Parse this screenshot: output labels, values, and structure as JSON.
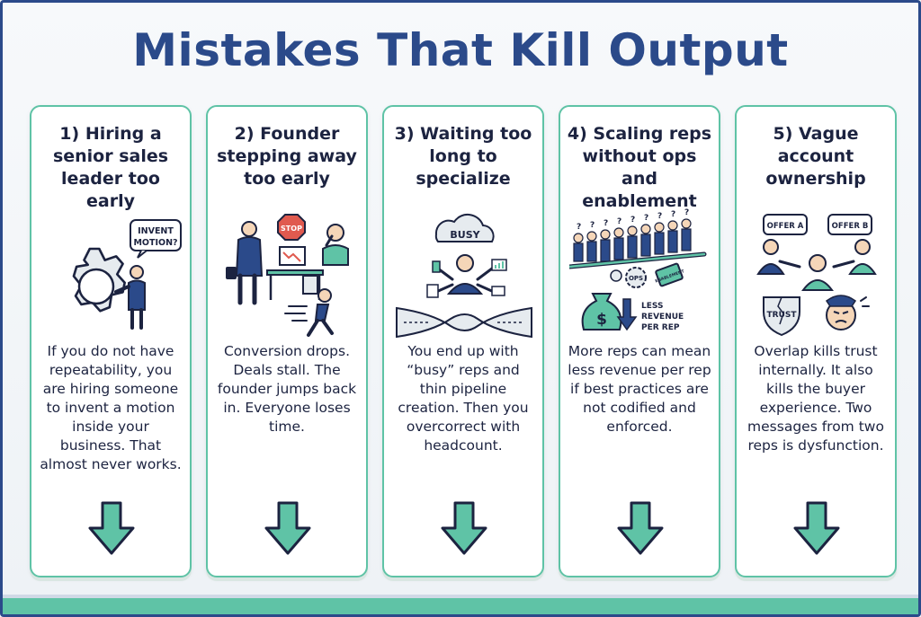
{
  "title": "Mistakes That Kill Output",
  "colors": {
    "navy": "#2b4a8a",
    "teal": "#5fc3a6",
    "text": "#1c2340"
  },
  "cards": [
    {
      "title": "1) Hiring a senior sales leader too early",
      "body": "If you do not have repeatability, you are hiring someone to invent a motion inside your business. That almost never works.",
      "illustration": {
        "icons": [
          "gear-icon",
          "person-icon",
          "speech-bubble-icon"
        ],
        "bubble_text": "INVENT MOTION?"
      }
    },
    {
      "title": "2) Founder stepping away too early",
      "body": "Conversion drops. Deals stall. The founder jumps back in. Everyone loses time.",
      "illustration": {
        "icons": [
          "founder-icon",
          "stop-sign-icon",
          "desk-icon",
          "worried-person-icon",
          "running-person-icon"
        ],
        "sign_text": "STOP"
      }
    },
    {
      "title": "3) Waiting too long to specialize",
      "body": "You end up with “busy” reps and thin pipeline creation. Then you overcorrect with headcount.",
      "illustration": {
        "icons": [
          "cloud-icon",
          "multitasking-person-icon",
          "funnel-icon"
        ],
        "cloud_text": "BUSY"
      }
    },
    {
      "title": "4) Scaling reps without ops and enablement",
      "body": "More reps can mean less revenue per rep if best practices are not codified and enforced.",
      "illustration": {
        "icons": [
          "reps-crowd-icon",
          "seesaw-icon",
          "ops-gear-icon",
          "enablement-book-icon",
          "money-bag-icon",
          "down-arrow-icon"
        ],
        "gear_text": "OPS",
        "book_text": "ENABLEMENT",
        "revenue_text": "LESS REVENUE PER REP"
      }
    },
    {
      "title": "5) Vague account ownership",
      "body": "Overlap kills trust internally. It also kills the buyer experience. Two messages from two reps is dysfunction.",
      "illustration": {
        "icons": [
          "rep-a-icon",
          "buyer-icon",
          "rep-b-icon",
          "broken-shield-icon",
          "angry-face-icon"
        ],
        "offer_a": "OFFER A",
        "offer_b": "OFFER B",
        "shield_text": "TRUST"
      }
    }
  ]
}
